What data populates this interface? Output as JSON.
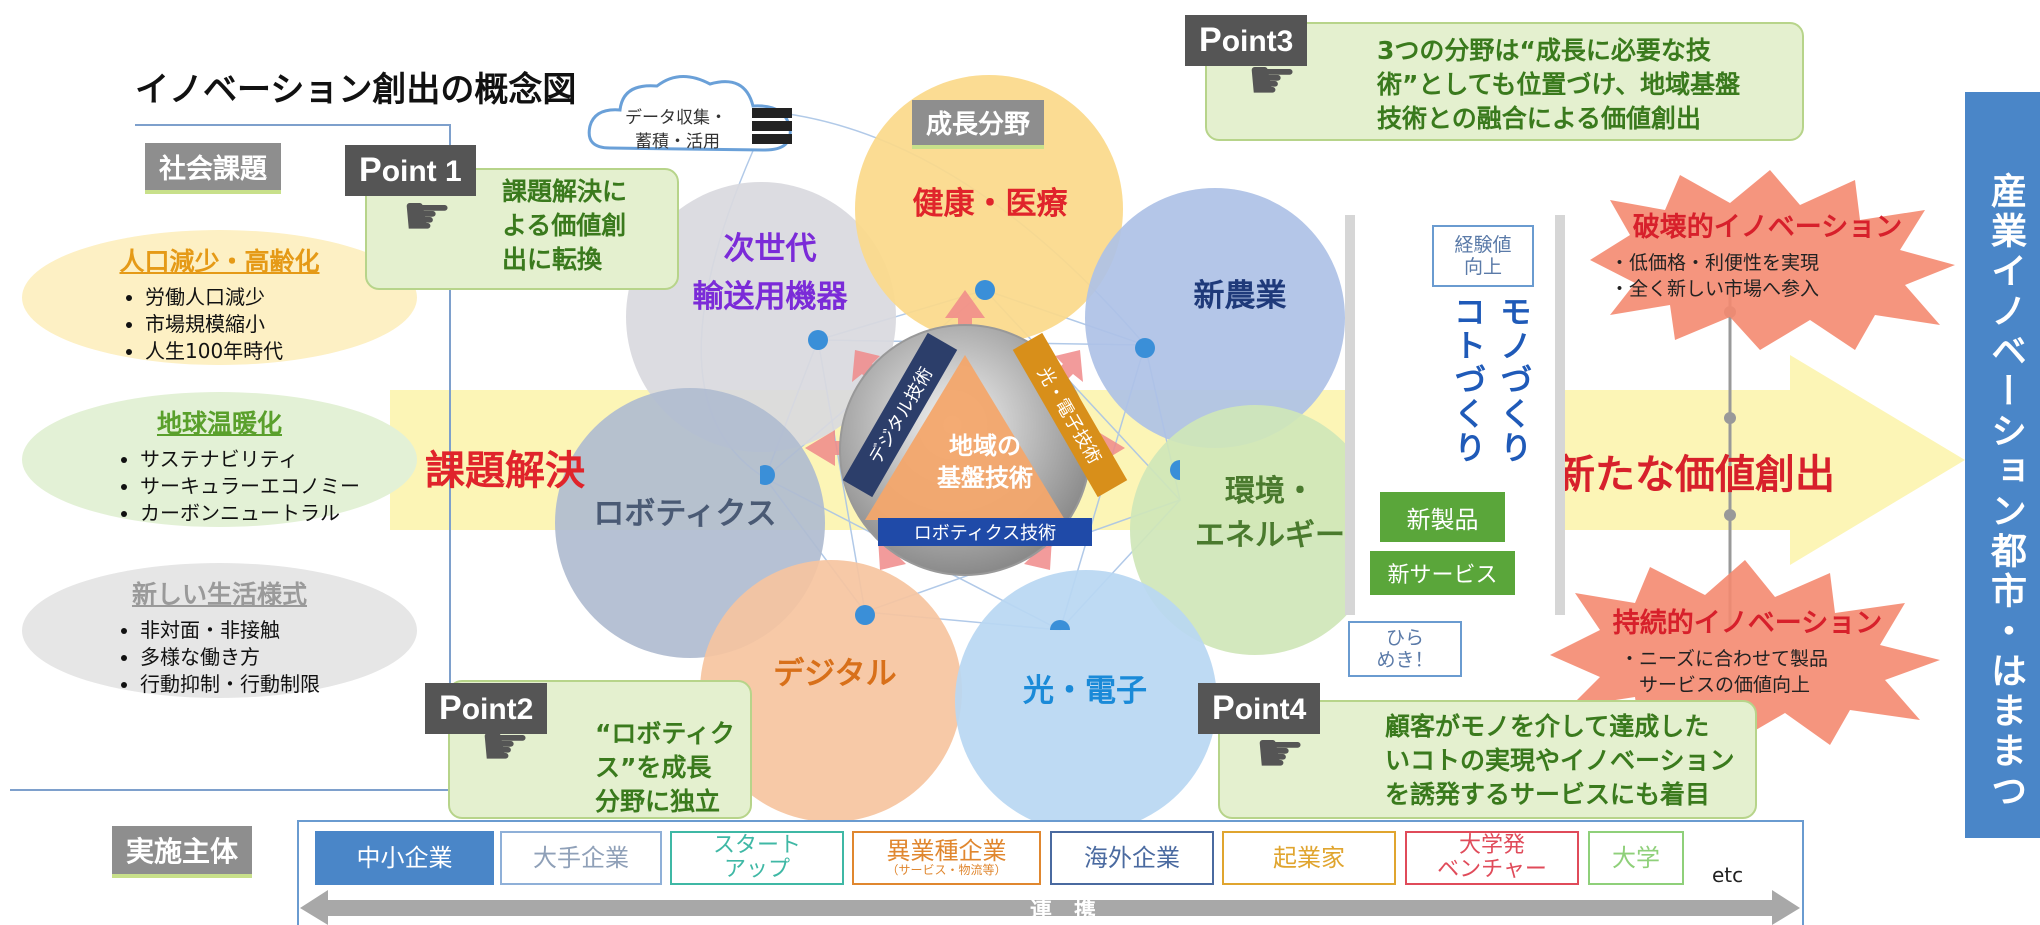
{
  "title": "イノベーション創出の概念図",
  "labels": {
    "social_issues": "社会課題",
    "growth_fields": "成長分野",
    "implementers": "実施主体"
  },
  "cloud": {
    "line1": "データ収集・",
    "line2": "蓄積・活用"
  },
  "issues": [
    {
      "title": "人口減少・高齢化",
      "items": [
        "労働人口減少",
        "市場規模縮小",
        "人生100年時代"
      ],
      "color": "#e59a17"
    },
    {
      "title": "地球温暖化",
      "items": [
        "サステナビリティ",
        "サーキュラーエコノミー",
        "カーボンニュートラル"
      ],
      "color": "#5aa02c"
    },
    {
      "title": "新しい生活様式",
      "items": [
        "非対面・非接触",
        "多様な働き方",
        "行動抑制・行動制限"
      ],
      "color": "#9a9a9a"
    }
  ],
  "points": [
    {
      "tag_prefix": "P",
      "tag_suffix": "oint 1",
      "text": [
        "課題解決に",
        "よる価値創",
        "出に転換"
      ]
    },
    {
      "tag_prefix": "P",
      "tag_suffix": "oint2",
      "text": [
        "“ロボティク",
        "ス”を成長",
        "分野に独立"
      ]
    },
    {
      "tag_prefix": "P",
      "tag_suffix": "oint3",
      "text": [
        "3つの分野は“成長に必要な技",
        "術”としても位置づけ、地域基盤",
        "技術との融合による価値創出"
      ]
    },
    {
      "tag_prefix": "P",
      "tag_suffix": "oint4",
      "text": [
        "顧客がモノを介して達成した",
        "いコトの実現やイノベーション",
        "を誘発するサービスにも着目"
      ]
    }
  ],
  "fields": {
    "health": "健康・医療",
    "next_gen": [
      "次世代",
      "輸送用機器"
    ],
    "agri": "新農業",
    "env": [
      "環境・",
      "エネルギー"
    ],
    "robotics": "ロボティクス",
    "digital": "デジタル",
    "photonics": "光・電子"
  },
  "core": {
    "center": [
      "地域の",
      "基盤技術"
    ],
    "left": "デジタル技術",
    "right": "光・電子技術",
    "bottom": "ロボティクス技術"
  },
  "arrow_left": "課題解決",
  "arrow_right": "新たな価値創出",
  "monozukuri": {
    "experience": [
      "経験値",
      "向上"
    ],
    "col1": "モノづくり",
    "col2": "コトづくり",
    "new_product": "新製品",
    "new_service": "新サービス",
    "hirameki": [
      "ひら",
      "めき！"
    ]
  },
  "innovations": [
    {
      "title": "破壊的イノベーション",
      "items": [
        "・低価格・利便性を実現",
        "・全く新しい市場へ参入"
      ]
    },
    {
      "title": "持続的イノベーション",
      "items": [
        "・ニーズに合わせて製品",
        "　サービスの価値向上"
      ]
    }
  ],
  "side_banner": "産業イノベーション都市・はままつ",
  "enterprises": [
    {
      "label": "中小企業",
      "color": "#4a86c8",
      "filled": true
    },
    {
      "label": "大手企業",
      "color": "#8fb0d8",
      "filled": false
    },
    {
      "label": "スタート\nアップ",
      "color": "#3fb8a5",
      "filled": false
    },
    {
      "label": "異業種企業",
      "sub": "（サービス・物流等）",
      "color": "#e0872f",
      "filled": false
    },
    {
      "label": "海外企業",
      "color": "#4a6aa0",
      "filled": false
    },
    {
      "label": "起業家",
      "color": "#e0a52f",
      "filled": false
    },
    {
      "label": "大学発\nベンチャー",
      "color": "#e04b5a",
      "filled": false
    },
    {
      "label": "大学",
      "color": "#8fd07a",
      "filled": false
    }
  ],
  "etc": "etc",
  "cooperation": "連　携",
  "colors": {
    "bg": "#ffffff",
    "green_box": "#e4f0cf",
    "green_text": "#3a7a1d",
    "banner": "#4a86c8"
  },
  "icons": [
    "pointing-hand-icon",
    "cloud-icon",
    "server-icon"
  ]
}
